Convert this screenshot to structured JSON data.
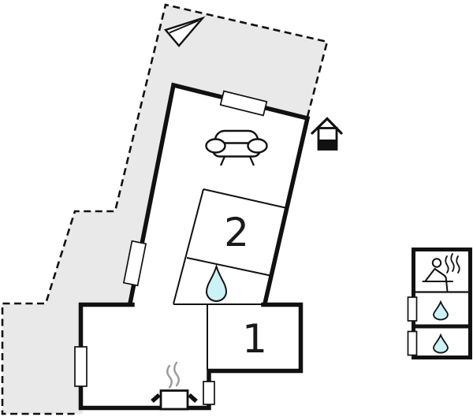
{
  "plan": {
    "type": "floor-plan",
    "rooms": [
      {
        "id": "2",
        "label": "2"
      },
      {
        "id": "1",
        "label": "1"
      }
    ],
    "icons": [
      "north-arrow-icon",
      "entrance-house-icon",
      "sofa-icon",
      "water-drop-icon",
      "stove-icon",
      "steam-icon",
      "sauna-icon"
    ],
    "colors": {
      "plot_fill": "#e9e9e9",
      "wall": "#111111",
      "drop_fill": "#c9f3f5",
      "steam_gray": "#9b9b9b"
    }
  }
}
